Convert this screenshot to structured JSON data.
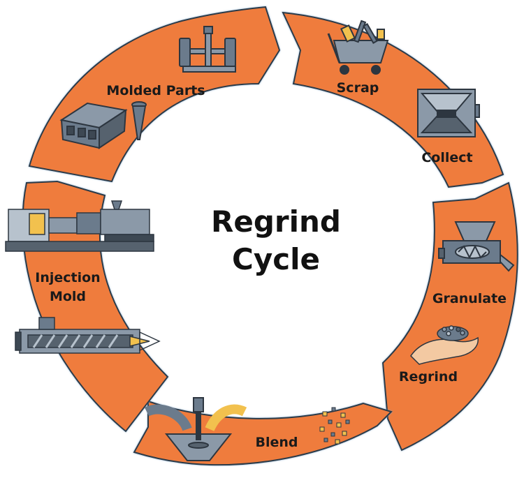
{
  "title_line1": "Regrind",
  "title_line2": "Cycle",
  "stages": {
    "molded_parts": "Molded Parts",
    "scrap": "Scrap",
    "collect": "Collect",
    "granulate": "Granulate",
    "regrind": "Regrind",
    "blend": "Blend",
    "injection_mold_1": "Injection",
    "injection_mold_2": "Mold"
  },
  "colors": {
    "arc_fill": "#ef7c3e",
    "arc_stroke": "#2b3a4a",
    "outline": "#a9c4de",
    "icon_fill": "#6b7b8c",
    "icon_dark": "#2d3640",
    "icon_accent": "#f2c14e",
    "skin": "#f3c9a2"
  }
}
